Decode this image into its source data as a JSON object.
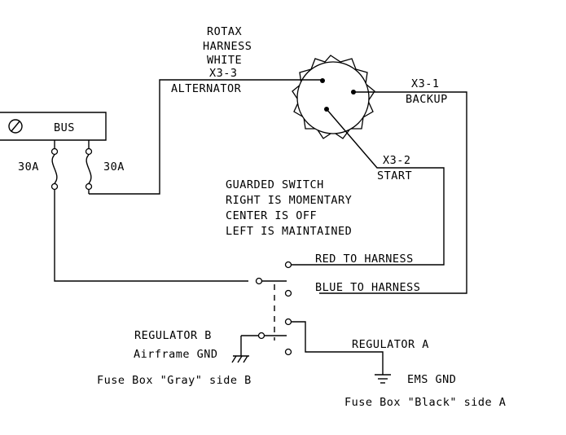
{
  "labels": {
    "rotax_1": "ROTAX",
    "rotax_2": "HARNESS",
    "rotax_3": "WHITE",
    "x3_3": "X3-3",
    "alternator": "ALTERNATOR",
    "x3_1": "X3-1",
    "backup": "BACKUP",
    "bus": "BUS",
    "fuse_left": "30A",
    "fuse_right": "30A",
    "x3_2": "X3-2",
    "start": "START",
    "switch_1": "GUARDED SWITCH",
    "switch_2": "RIGHT IS MOMENTARY",
    "switch_3": "CENTER IS OFF",
    "switch_4": "LEFT IS MAINTAINED",
    "red_harness": "RED TO HARNESS",
    "blue_harness": "BLUE TO HARNESS",
    "regulator_b": "REGULATOR B",
    "airframe_gnd": "Airframe GND",
    "regulator_a": "REGULATOR A",
    "ems_gnd": "EMS GND",
    "fuse_box_gray": "Fuse Box \"Gray\" side B",
    "fuse_box_black": "Fuse Box \"Black\" side A"
  }
}
